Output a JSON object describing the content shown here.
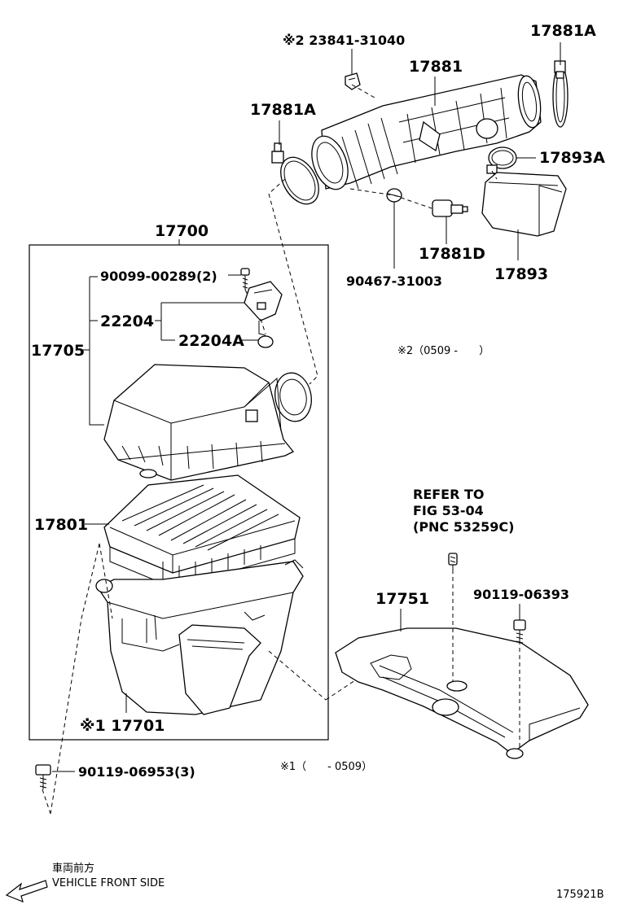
{
  "labels": {
    "p17881A_top": "17881A",
    "p23841": "※2 23841-31040",
    "p17881": "17881",
    "p17881A_left": "17881A",
    "p17893A": "17893A",
    "p17700": "17700",
    "p17881D": "17881D",
    "p17893": "17893",
    "p90467": "90467-31003",
    "p90099": "90099-00289(2)",
    "p22204": "22204",
    "p22204A": "22204A",
    "p17705": "17705",
    "p17801": "17801",
    "p17751": "17751",
    "p90119_06393": "90119-06393",
    "p17701": "※1 17701",
    "p90119_06953": "90119-06953(3)"
  },
  "notes": {
    "note2": "※2（0509 -　　）",
    "note1": "※1（　　- 0509）",
    "refer_line1": "REFER TO",
    "refer_line2": "FIG 53-04",
    "refer_line3": "(PNC 53259C)"
  },
  "direction": {
    "jp": "車両前方",
    "en": "VEHICLE FRONT SIDE",
    "icon": "arrow-left-icon"
  },
  "figure_id": "175921B"
}
